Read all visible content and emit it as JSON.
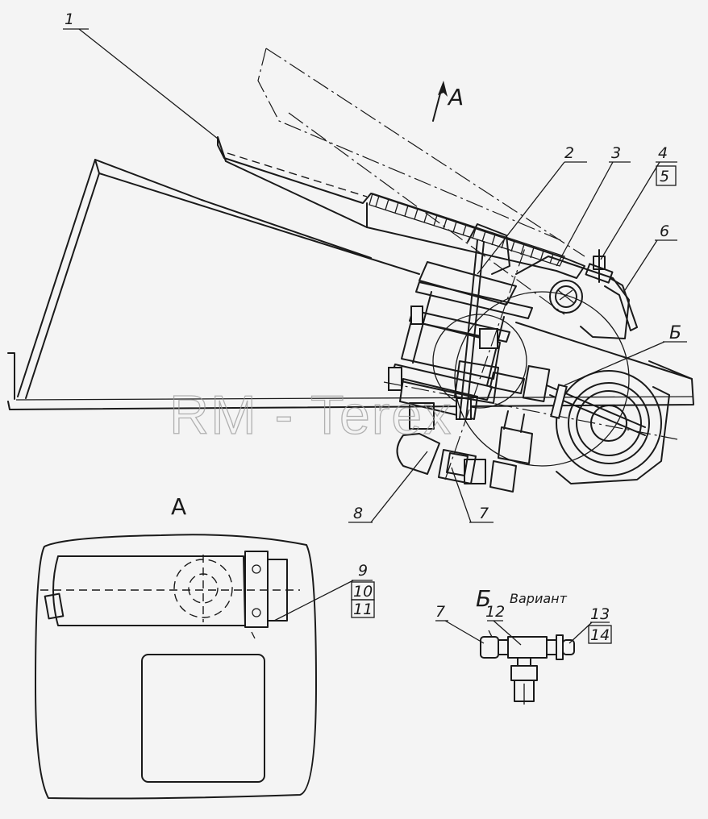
{
  "watermark": "RM - Terex",
  "callouts": {
    "c1": "1",
    "c2": "2",
    "c3": "3",
    "c4": "4",
    "c5": "5",
    "c6": "6",
    "c7": "7",
    "c8": "8",
    "c9": "9",
    "c10": "10",
    "c11": "11",
    "c12": "12",
    "c13": "13",
    "c14": "14",
    "c7b": "7"
  },
  "view_labels": {
    "view_a_arrow": "A",
    "view_a_title": "A",
    "view_b_marker": "Б",
    "view_b_title": "Б",
    "variant": "Вариант"
  }
}
